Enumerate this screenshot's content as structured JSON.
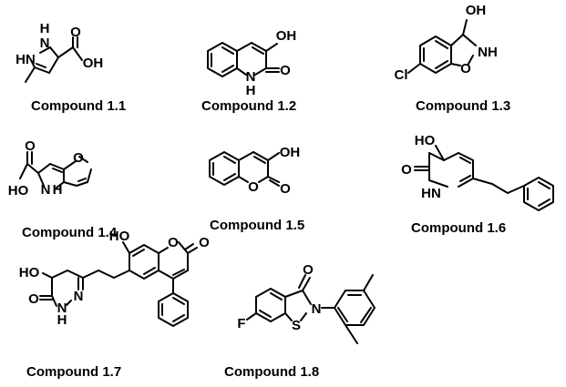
{
  "compounds": [
    {
      "caption": "Compound 1.1",
      "atoms": {
        "nh_top": "H",
        "n1": "N",
        "n2": "HN",
        "o_carbonyl": "O",
        "oh": "OH"
      }
    },
    {
      "caption": "Compound 1.2",
      "atoms": {
        "oh": "OH",
        "o_carbonyl": "O",
        "n": "N",
        "h": "H"
      }
    },
    {
      "caption": "Compound 1.3",
      "atoms": {
        "oh": "OH",
        "nh": "NH",
        "o_ring": "O",
        "cl": "Cl"
      }
    },
    {
      "caption": "Compound 1.4",
      "atoms": {
        "o_ring": "O",
        "o_carbonyl": "O",
        "ho": "HO",
        "nh": "H",
        "n": "N"
      }
    },
    {
      "caption": "Compound 1.5",
      "atoms": {
        "oh": "OH",
        "o_ring": "O",
        "o_carbonyl": "O"
      }
    },
    {
      "caption": "Compound 1.6",
      "atoms": {
        "ho": "HO",
        "o_carbonyl": "O",
        "hn": "HN"
      }
    },
    {
      "caption": "Compound 1.7",
      "atoms": {
        "ho_phenol": "HO",
        "o_ring": "O",
        "o_lactone": "O",
        "ho_left": "HO",
        "o_amide": "O",
        "n1": "N",
        "n2": "N",
        "h": "H"
      }
    },
    {
      "caption": "Compound 1.8",
      "atoms": {
        "o_carbonyl": "O",
        "n": "N",
        "s": "S",
        "f": "F"
      }
    }
  ]
}
